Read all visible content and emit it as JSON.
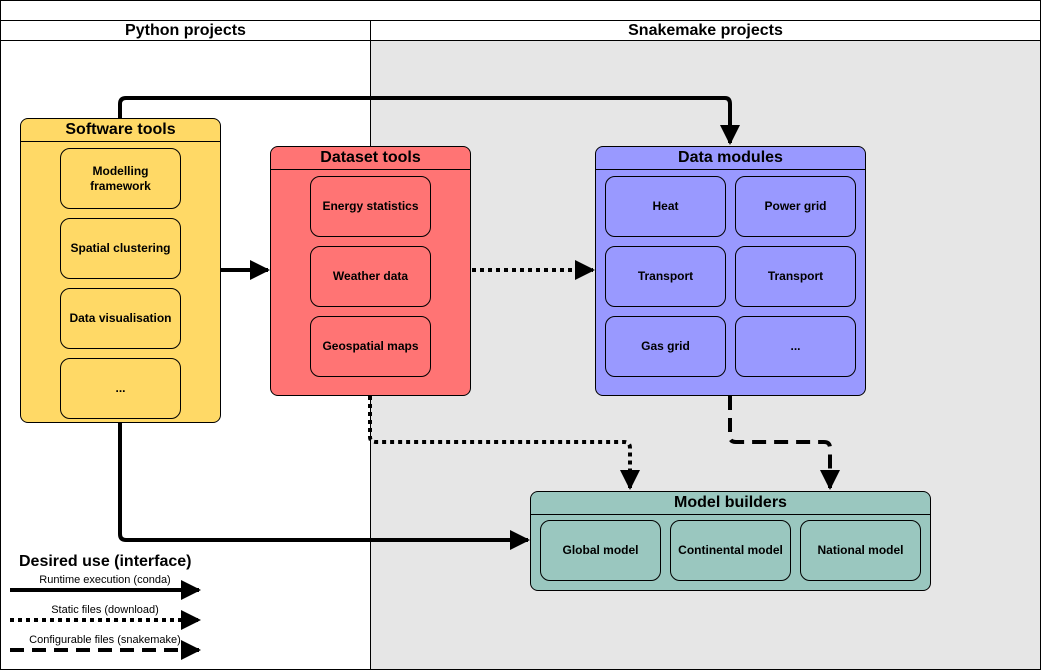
{
  "columns": {
    "python": "Python projects",
    "snakemake": "Snakemake projects"
  },
  "software_tools": {
    "title": "Software tools",
    "items": [
      "Modelling framework",
      "Spatial clustering",
      "Data visualisation",
      "..."
    ]
  },
  "dataset_tools": {
    "title": "Dataset tools",
    "items": [
      "Energy statistics",
      "Weather data",
      "Geospatial maps"
    ]
  },
  "data_modules": {
    "title": "Data modules",
    "items": [
      "Heat",
      "Power grid",
      "Transport",
      "Transport",
      "Gas grid",
      "..."
    ]
  },
  "model_builders": {
    "title": "Model builders",
    "items": [
      "Global model",
      "Continental model",
      "National model"
    ]
  },
  "legend": {
    "title": "Desired use (interface)",
    "runtime": "Runtime execution (conda)",
    "static": "Static files (download)",
    "configurable": "Configurable files (snakemake)"
  },
  "colors": {
    "software": "#ffd966",
    "dataset": "#ff7474",
    "data_modules": "#9999ff",
    "model_builders": "#9ac7bf",
    "snakemake_bg": "#e6e6e6"
  }
}
